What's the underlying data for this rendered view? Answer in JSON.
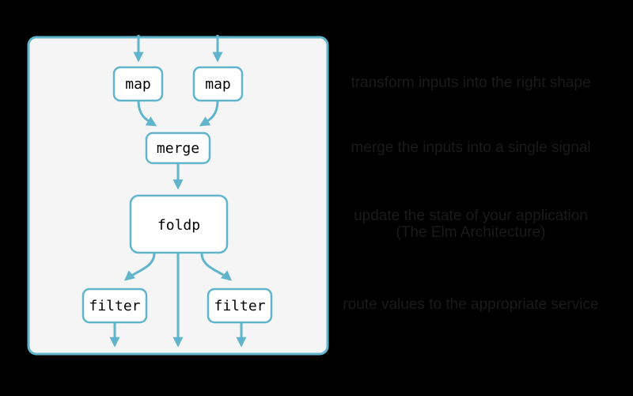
{
  "canvas": {
    "background_color": "#000000"
  },
  "diagram": {
    "accent_color": "#60B5CC",
    "panel_fill_color": "#F5F5F5",
    "node_fill_color": "#FFFFFF",
    "node_text_color": "#000000",
    "nodes": [
      {
        "id": "map-left",
        "label": "map"
      },
      {
        "id": "map-right",
        "label": "map"
      },
      {
        "id": "merge",
        "label": "merge"
      },
      {
        "id": "foldp",
        "label": "foldp"
      },
      {
        "id": "filter-left",
        "label": "filter"
      },
      {
        "id": "filter-right",
        "label": "filter"
      }
    ]
  },
  "annotations": [
    {
      "text": "transform inputs into the right shape"
    },
    {
      "text": "merge the inputs into a single signal"
    },
    {
      "lines": [
        "update the state of your application",
        "(The Elm Architecture)"
      ]
    },
    {
      "text": "route values to the appropriate service"
    }
  ]
}
